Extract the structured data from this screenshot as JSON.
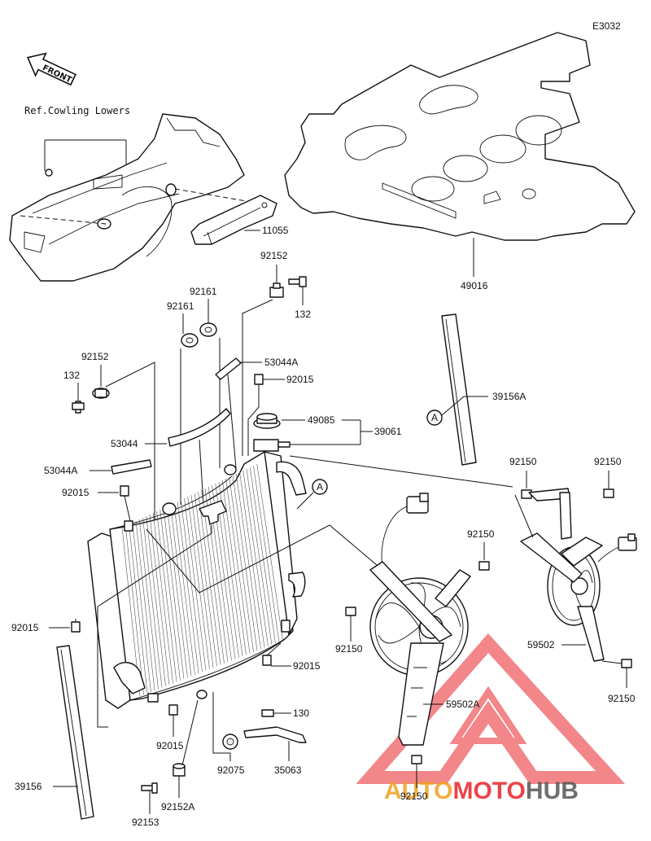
{
  "diagram_code": "E3032",
  "reference_note": "Ref.Cowling Lowers",
  "front_badge": "FRONT",
  "callout_marker": "A",
  "parts": {
    "p11055": "11055",
    "p49016": "49016",
    "p92152_top": "92152",
    "p132_top": "132",
    "p92161_a": "92161",
    "p92161_b": "92161",
    "p53044A_top": "53044A",
    "p92152_left": "92152",
    "p132_left": "132",
    "p92015_top": "92015",
    "p49085": "49085",
    "p39061": "39061",
    "p39156A": "39156A",
    "p53044": "53044",
    "p53044A_left": "53044A",
    "p92015_left": "92015",
    "p92150_a": "92150",
    "p92150_b": "92150",
    "p92150_c": "92150",
    "p92150_d": "92150",
    "p92015_mid": "92015",
    "p92015_right": "92015",
    "p59502": "59502",
    "p92150_e": "92150",
    "p59502A": "59502A",
    "p92015_bottom": "92015",
    "p130": "130",
    "p92075": "92075",
    "p35063": "35063",
    "p39156": "39156",
    "p92152A": "92152A",
    "p92153": "92153",
    "p92150_f": "92150"
  },
  "watermark": {
    "part1": "AUTO",
    "part2": "MOTO",
    "part3": "HUB"
  },
  "colors": {
    "ink": "#111111",
    "watermark_red": "#e8242a",
    "watermark_gray": "#555555"
  }
}
